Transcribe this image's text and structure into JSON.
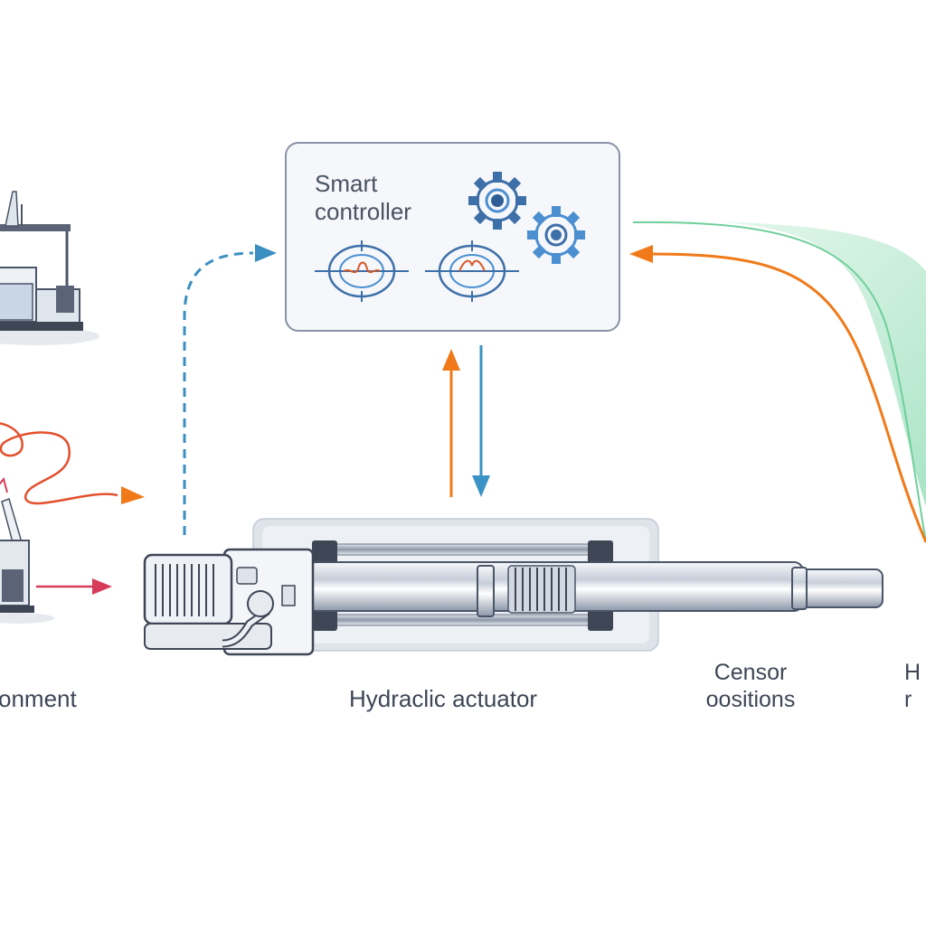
{
  "controller": {
    "title_line1": "Smart",
    "title_line2": "controller"
  },
  "labels": {
    "environment": "onment",
    "actuator": "Hydraclic actuator",
    "sensor_line1": "Censor",
    "sensor_line2": "oositions",
    "cut_line1": "H",
    "cut_line2": "r"
  },
  "colors": {
    "controller_border": "#8a93a6",
    "controller_fill": "#f5f7fa",
    "dashed_blue": "#3a8fc0",
    "orange": "#f07a1a",
    "blue_arrow": "#3a93c4",
    "red_arrow": "#d63c5a",
    "green_band": "#7dd3a8",
    "gear": "#3d6fa8",
    "steel_dark": "#4a5568",
    "steel_light": "#e3e8ef"
  }
}
